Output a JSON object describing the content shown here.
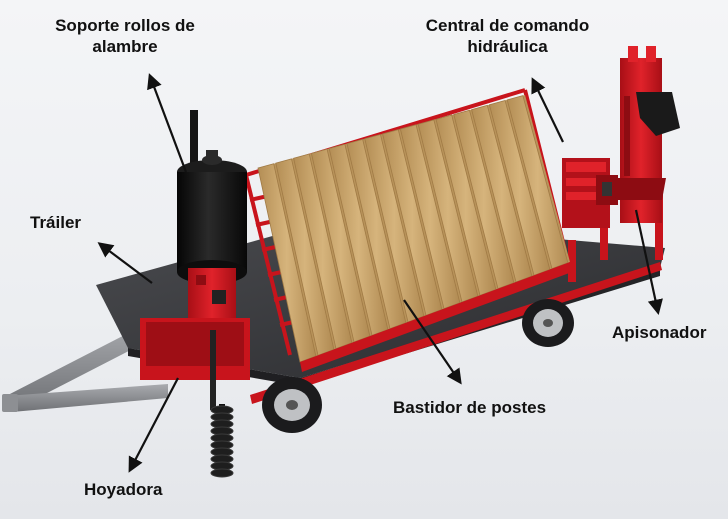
{
  "labels": {
    "soporte": [
      "Soporte rollos de",
      "alambre"
    ],
    "central": [
      "Central de comando",
      "hidráulica"
    ],
    "trailer": "Tráiler",
    "apisonador": "Apisonador",
    "bastidor": "Bastidor de postes",
    "hoyadora": "Hoyadora"
  },
  "colors": {
    "frame_red": "#c8141c",
    "deck": "#333336",
    "posts": "#c9a56a",
    "tank": "#141414",
    "drawbar": "#8a8c90"
  }
}
